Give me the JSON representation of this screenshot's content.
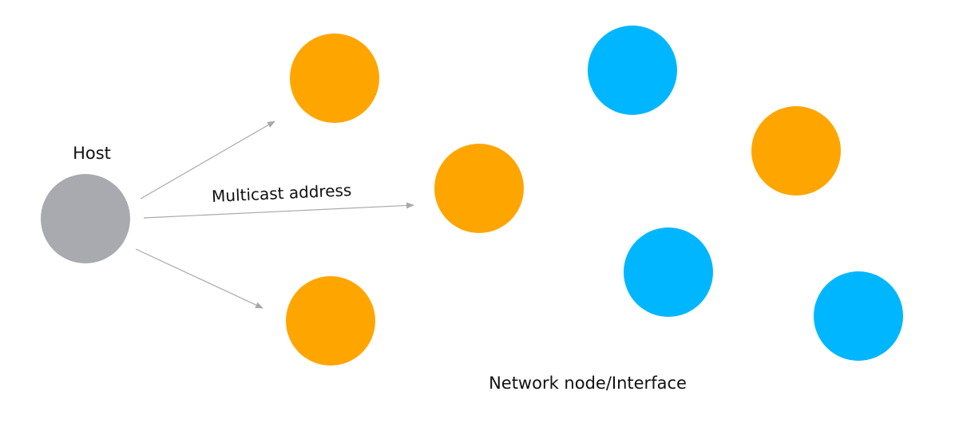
{
  "labels": {
    "host": "Host",
    "multicast": "Multicast address",
    "network": "Network node/Interface"
  },
  "colors": {
    "host": "#a9aab0",
    "member": "#ffa500",
    "non_member": "#00b6ff",
    "arrow": "#a9a9a9"
  }
}
